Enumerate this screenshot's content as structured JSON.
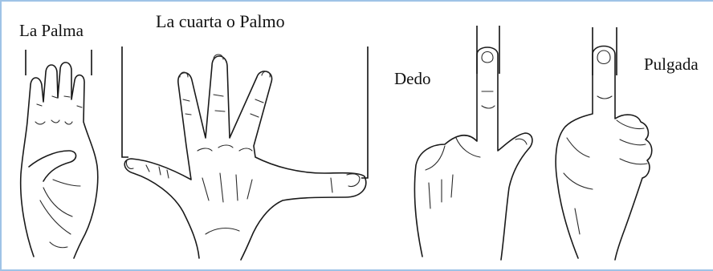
{
  "labels": {
    "palm": "La Palma",
    "span": "La cuarta o Palmo",
    "finger": "Dedo",
    "inch": "Pulgada"
  },
  "colors": {
    "frame_border": "#9fc3e6",
    "ink": "#1a1a1a",
    "background": "#ffffff"
  }
}
